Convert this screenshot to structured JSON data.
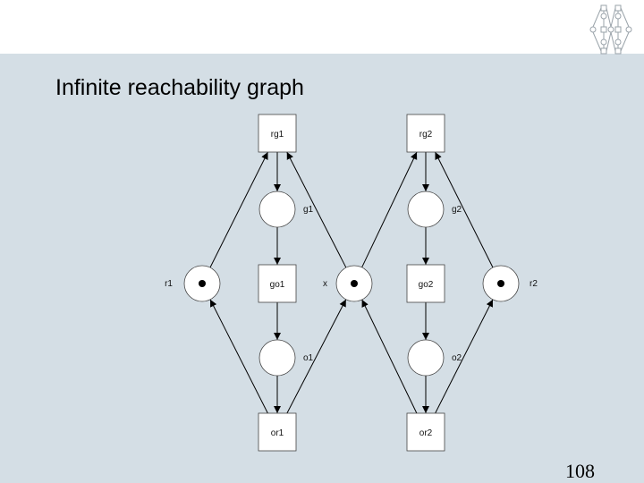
{
  "slide": {
    "title": "Infinite reachability graph",
    "page_number": "108"
  },
  "colors": {
    "header": "#ffffff",
    "background": "#d4dee5",
    "box_fill": "#ffffff",
    "stroke": "#000000"
  },
  "diagram": {
    "transitions": [
      {
        "id": "rg1",
        "label": "rg1"
      },
      {
        "id": "rg2",
        "label": "rg2"
      },
      {
        "id": "go1",
        "label": "go1"
      },
      {
        "id": "go2",
        "label": "go2"
      },
      {
        "id": "or1",
        "label": "or1"
      },
      {
        "id": "or2",
        "label": "or2"
      }
    ],
    "places": [
      {
        "id": "g1",
        "label": "g1",
        "token": false
      },
      {
        "id": "g2",
        "label": "g2",
        "token": false
      },
      {
        "id": "r1",
        "label": "r1",
        "token": true
      },
      {
        "id": "x",
        "label": "x",
        "token": true
      },
      {
        "id": "r2",
        "label": "r2",
        "token": true
      },
      {
        "id": "o1",
        "label": "o1",
        "token": false
      },
      {
        "id": "o2",
        "label": "o2",
        "token": false
      }
    ],
    "arcs": [
      {
        "from": "rg1",
        "to": "g1"
      },
      {
        "from": "g1",
        "to": "go1"
      },
      {
        "from": "go1",
        "to": "o1"
      },
      {
        "from": "o1",
        "to": "or1"
      },
      {
        "from": "rg2",
        "to": "g2"
      },
      {
        "from": "g2",
        "to": "go2"
      },
      {
        "from": "go2",
        "to": "o2"
      },
      {
        "from": "o2",
        "to": "or2"
      },
      {
        "from": "or1",
        "to": "r1"
      },
      {
        "from": "r1",
        "to": "rg1"
      },
      {
        "from": "or1",
        "to": "x"
      },
      {
        "from": "x",
        "to": "rg2"
      },
      {
        "from": "or2",
        "to": "x"
      },
      {
        "from": "x",
        "to": "rg1"
      },
      {
        "from": "or2",
        "to": "r2"
      },
      {
        "from": "r2",
        "to": "rg2"
      }
    ]
  }
}
